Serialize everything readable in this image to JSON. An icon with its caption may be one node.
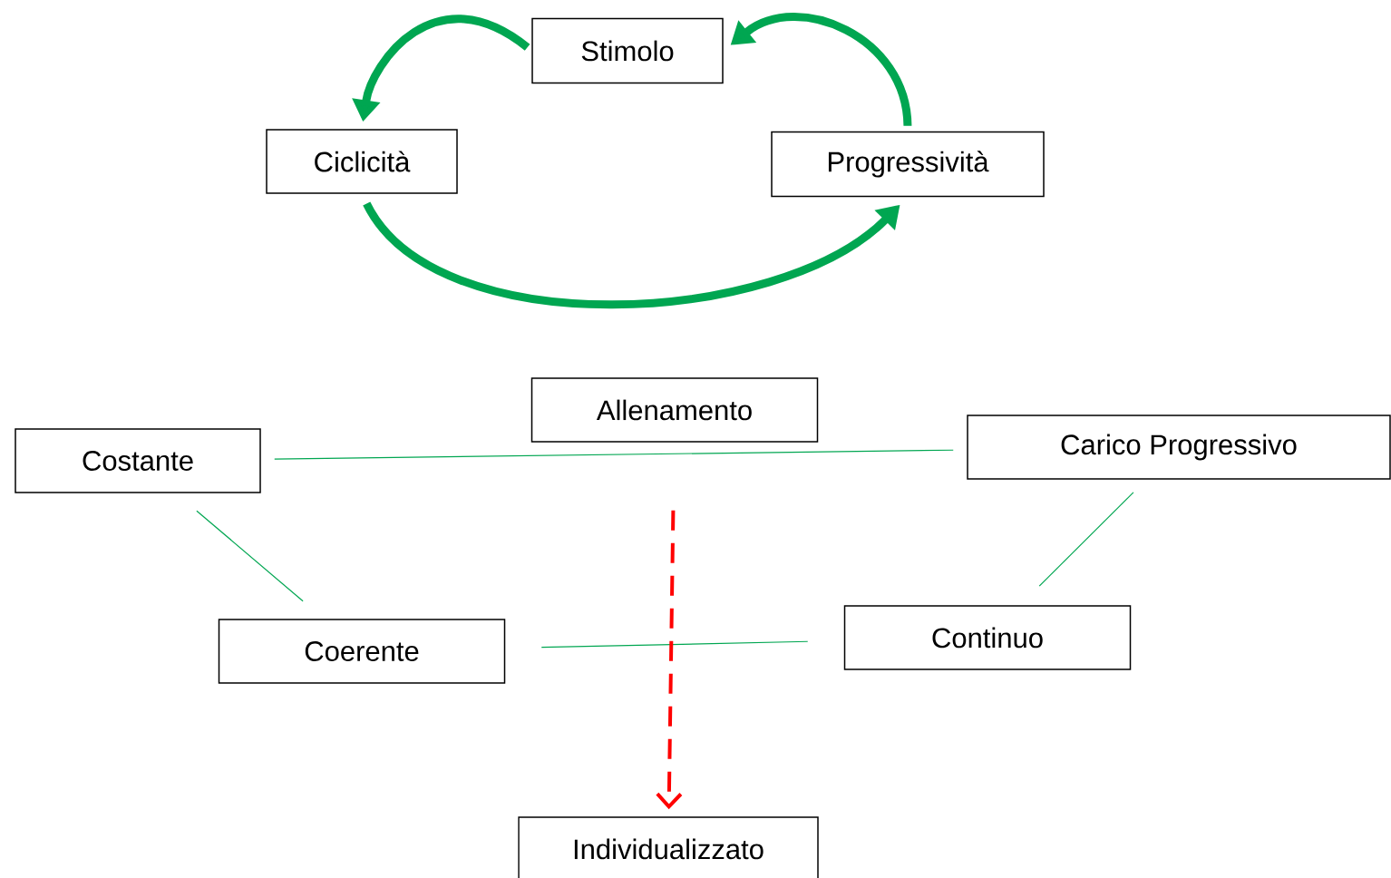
{
  "diagram": {
    "nodes": [
      {
        "text": [
          "Stimolo"
        ]
      },
      {
        "text": [
          "Ciclicità"
        ]
      },
      {
        "text": [
          "Progressività"
        ]
      },
      {
        "text": [
          "Allenamento"
        ]
      },
      {
        "text": [
          "Costante"
        ]
      },
      {
        "text": [
          "Carico Progressivo"
        ]
      },
      {
        "text": [
          "Coerente"
        ]
      },
      {
        "text": [
          "Continuo"
        ]
      },
      {
        "text": [
          "Individualizzato"
        ]
      }
    ],
    "edges": [
      {
        "from": 0,
        "to": 1,
        "arrow": "to",
        "style": "thick"
      },
      {
        "from": 1,
        "to": 2,
        "arrow": "to",
        "style": "thick"
      },
      {
        "from": 2,
        "to": 0,
        "arrow": "to",
        "style": "thick"
      },
      {
        "from": 4,
        "to": 5,
        "arrow": "none"
      },
      {
        "from": 4,
        "to": 6,
        "arrow": "none"
      },
      {
        "from": 5,
        "to": 7,
        "arrow": "none"
      },
      {
        "from": 6,
        "to": 7,
        "arrow": "none"
      },
      {
        "from": 3,
        "to": 8,
        "arrow": "to",
        "style": "dashed",
        "color": "#ff0000"
      }
    ]
  }
}
